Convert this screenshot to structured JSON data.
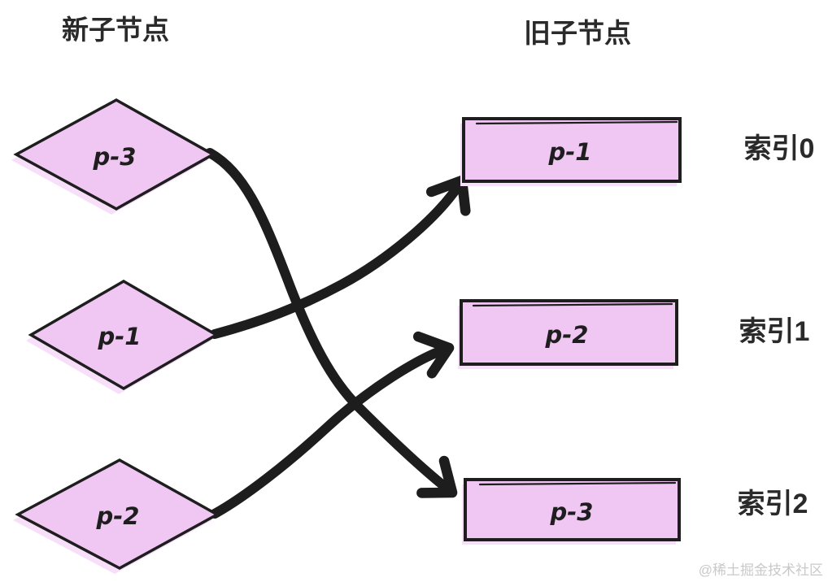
{
  "header": {
    "left_title": "新子节点",
    "right_title": "旧子节点"
  },
  "colors": {
    "node_fill": "#efc7f2",
    "node_shadow": "#f7def9",
    "ink": "#1e1e1e",
    "arrow": "#1d1d1d",
    "watermark": "#c9c9c9"
  },
  "new_children": {
    "items": [
      {
        "label": "p-3",
        "shape": "diamond"
      },
      {
        "label": "p-1",
        "shape": "diamond"
      },
      {
        "label": "p-2",
        "shape": "diamond"
      }
    ]
  },
  "old_children": {
    "items": [
      {
        "label": "p-1",
        "shape": "rectangle",
        "index": "索引0"
      },
      {
        "label": "p-2",
        "shape": "rectangle",
        "index": "索引1"
      },
      {
        "label": "p-3",
        "shape": "rectangle",
        "index": "索引2"
      }
    ]
  },
  "edges": [
    {
      "from": "new:p-3",
      "to": "old:p-3",
      "to_index": "索引2"
    },
    {
      "from": "new:p-1",
      "to": "old:p-1",
      "to_index": "索引0"
    },
    {
      "from": "new:p-2",
      "to": "old:p-2",
      "to_index": "索引1"
    }
  ],
  "watermark": "@稀土掘金技术社区"
}
